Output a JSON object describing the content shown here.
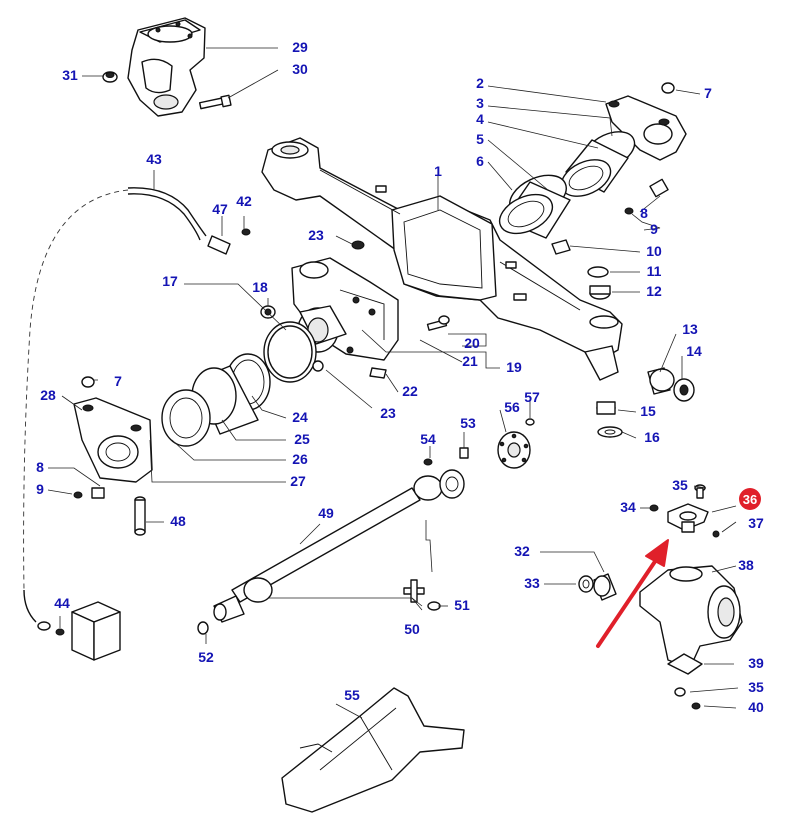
{
  "colors": {
    "callout": "#1414b4",
    "highlight_badge": "#e0202a",
    "arrow": "#e0202a",
    "line": "#111111"
  },
  "highlighted_part": "36",
  "callouts": [
    {
      "id": "c1",
      "label": "1"
    },
    {
      "id": "c2",
      "label": "2"
    },
    {
      "id": "c3",
      "label": "3"
    },
    {
      "id": "c4",
      "label": "4"
    },
    {
      "id": "c5",
      "label": "5"
    },
    {
      "id": "c6",
      "label": "6"
    },
    {
      "id": "c7a",
      "label": "7"
    },
    {
      "id": "c7b",
      "label": "7"
    },
    {
      "id": "c8a",
      "label": "8"
    },
    {
      "id": "c8b",
      "label": "8"
    },
    {
      "id": "c9a",
      "label": "9"
    },
    {
      "id": "c9b",
      "label": "9"
    },
    {
      "id": "c10",
      "label": "10"
    },
    {
      "id": "c11",
      "label": "11"
    },
    {
      "id": "c12",
      "label": "12"
    },
    {
      "id": "c13",
      "label": "13"
    },
    {
      "id": "c14",
      "label": "14"
    },
    {
      "id": "c15",
      "label": "15"
    },
    {
      "id": "c16",
      "label": "16"
    },
    {
      "id": "c17",
      "label": "17"
    },
    {
      "id": "c18",
      "label": "18"
    },
    {
      "id": "c19",
      "label": "19"
    },
    {
      "id": "c20",
      "label": "20"
    },
    {
      "id": "c21",
      "label": "21"
    },
    {
      "id": "c22",
      "label": "22"
    },
    {
      "id": "c23a",
      "label": "23"
    },
    {
      "id": "c23b",
      "label": "23"
    },
    {
      "id": "c24",
      "label": "24"
    },
    {
      "id": "c25",
      "label": "25"
    },
    {
      "id": "c26",
      "label": "26"
    },
    {
      "id": "c27",
      "label": "27"
    },
    {
      "id": "c28",
      "label": "28"
    },
    {
      "id": "c29",
      "label": "29"
    },
    {
      "id": "c30",
      "label": "30"
    },
    {
      "id": "c31",
      "label": "31"
    },
    {
      "id": "c32",
      "label": "32"
    },
    {
      "id": "c33",
      "label": "33"
    },
    {
      "id": "c34",
      "label": "34"
    },
    {
      "id": "c35a",
      "label": "35"
    },
    {
      "id": "c35b",
      "label": "35"
    },
    {
      "id": "c36",
      "label": "36"
    },
    {
      "id": "c37",
      "label": "37"
    },
    {
      "id": "c38",
      "label": "38"
    },
    {
      "id": "c39",
      "label": "39"
    },
    {
      "id": "c40",
      "label": "40"
    },
    {
      "id": "c42",
      "label": "42"
    },
    {
      "id": "c43",
      "label": "43"
    },
    {
      "id": "c44",
      "label": "44"
    },
    {
      "id": "c47",
      "label": "47"
    },
    {
      "id": "c48",
      "label": "48"
    },
    {
      "id": "c49",
      "label": "49"
    },
    {
      "id": "c50",
      "label": "50"
    },
    {
      "id": "c51",
      "label": "51"
    },
    {
      "id": "c52",
      "label": "52"
    },
    {
      "id": "c53",
      "label": "53"
    },
    {
      "id": "c54",
      "label": "54"
    },
    {
      "id": "c55",
      "label": "55"
    },
    {
      "id": "c56",
      "label": "56"
    },
    {
      "id": "c57",
      "label": "57"
    }
  ]
}
